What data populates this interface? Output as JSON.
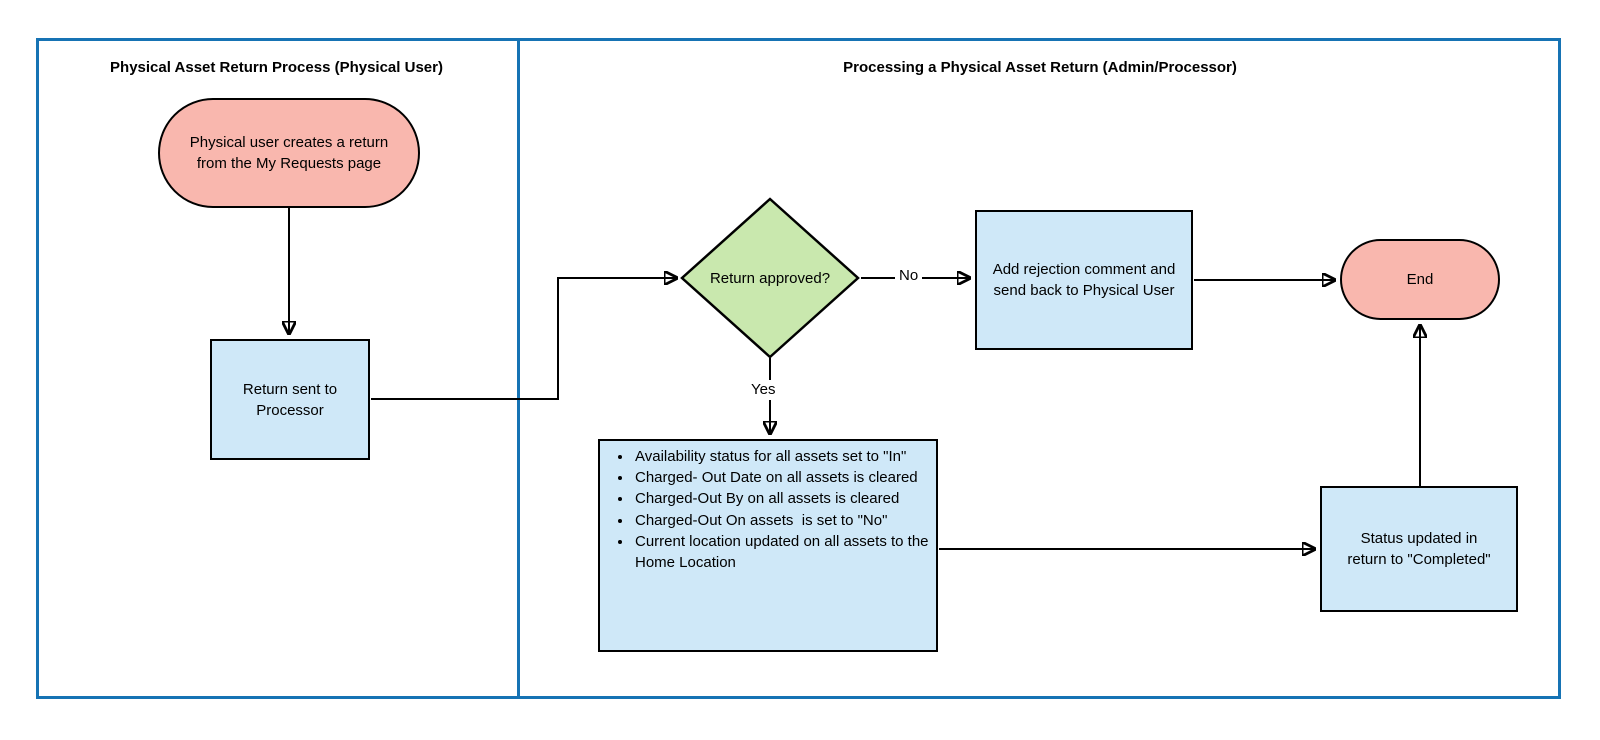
{
  "lanes": [
    {
      "title": "Physical Asset Return Process (Physical User)"
    },
    {
      "title": "Processing a Physical Asset Return (Admin/Processor)"
    }
  ],
  "nodes": {
    "start": {
      "shape": "terminator",
      "text": "Physical user creates a return from the My Requests page"
    },
    "return_sent": {
      "shape": "process",
      "text": "Return sent to Processor"
    },
    "decision": {
      "shape": "decision",
      "text": "Return approved?"
    },
    "reject": {
      "shape": "process",
      "text": "Add rejection comment and send back to Physical User"
    },
    "end": {
      "shape": "terminator",
      "text": "End"
    },
    "actions": {
      "shape": "process",
      "items": [
        "Availability status for all assets set to \"In\"",
        "Charged- Out Date on all assets is cleared",
        "Charged-Out By on all assets is cleared",
        "Charged-Out On assets  is set to \"No\"",
        "Current location updated on all assets to the Home Location"
      ]
    },
    "status": {
      "shape": "process",
      "text": "Status updated in return to \"Completed\""
    }
  },
  "edge_labels": {
    "no": "No",
    "yes": "Yes"
  },
  "colors": {
    "lane_border": "#1673b4",
    "terminator_fill": "#f9b7ae",
    "process_fill": "#cfe8f8",
    "decision_fill": "#c9e8ae",
    "stroke": "#000000"
  }
}
